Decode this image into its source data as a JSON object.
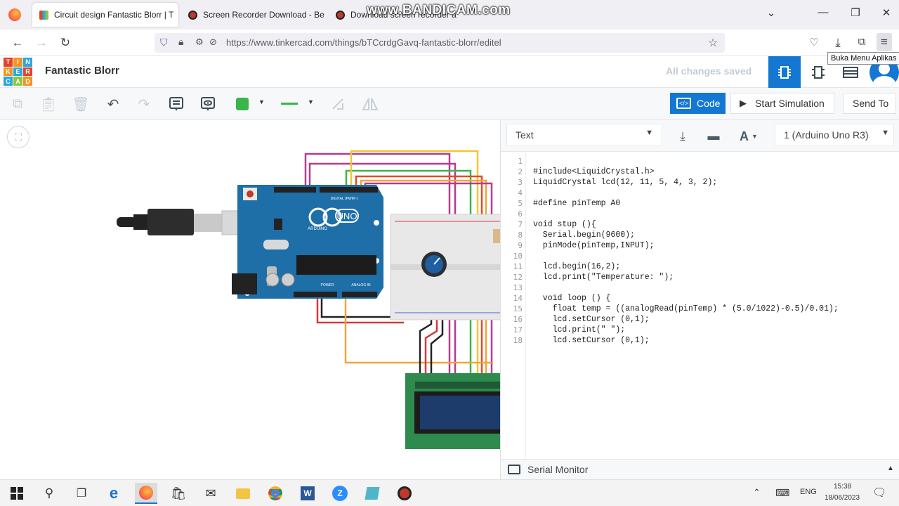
{
  "browser": {
    "tabs": [
      {
        "title": "Circuit design Fantastic Blorr | T",
        "active": true
      },
      {
        "title": "Screen Recorder Download - Be",
        "active": false
      },
      {
        "title": "Download screen recorder a",
        "active": false
      }
    ],
    "url": "https://www.tinkercad.com/things/bTCcrdgGavq-fantastic-blorr/editel",
    "app_menu_tooltip": "Buka Menu Aplikas"
  },
  "watermark": "www.BANDICAM.com",
  "tinkercad": {
    "logo_letters": [
      "T",
      "I",
      "N",
      "K",
      "E",
      "R",
      "C",
      "A",
      "D"
    ],
    "logo_colors": [
      "#e2422c",
      "#f79320",
      "#28a9df",
      "#f79320",
      "#28a9df",
      "#e2422c",
      "#28a9df",
      "#8dc63f",
      "#f79320"
    ],
    "project_title": "Fantastic Blorr",
    "save_status": "All changes saved",
    "accent": "#1477d1"
  },
  "toolbar": {
    "code_label": "Code",
    "start_sim_label": "Start Simulation",
    "send_to_label": "Send To",
    "wire_color": "#3ab54a"
  },
  "code_panel": {
    "mode": "Text",
    "board": "1 (Arduino Uno R3)",
    "serial_monitor": "Serial Monitor",
    "lines": [
      "",
      "#include<LiquidCrystal.h>",
      "LiquidCrystal lcd(12, 11, 5, 4, 3, 2);",
      "",
      "#define pinTemp A0",
      "",
      "void stup (){",
      "  Serial.begin(9600);",
      "  pinMode(pinTemp,INPUT);",
      "",
      "  lcd.begin(16,2);",
      "  lcd.print(\"Temperature: \");",
      "",
      "  void loop () {",
      "    float temp = ((analogRead(pinTemp) * (5.0/1022)-0.5)/0.01);",
      "    lcd.setCursor (0,1);",
      "    lcd.print(\" \");",
      "    lcd.setCursor (0,1);"
    ]
  },
  "circuit": {
    "board_label": "UNO",
    "board_brand": "ARDUINO",
    "digital_label": "DIGITAL (PWM~)",
    "analog_label": "ANALOG IN",
    "power_label": "POWER"
  },
  "taskbar": {
    "language": "ENG",
    "time": "15:38",
    "date": "18/06/2023"
  }
}
